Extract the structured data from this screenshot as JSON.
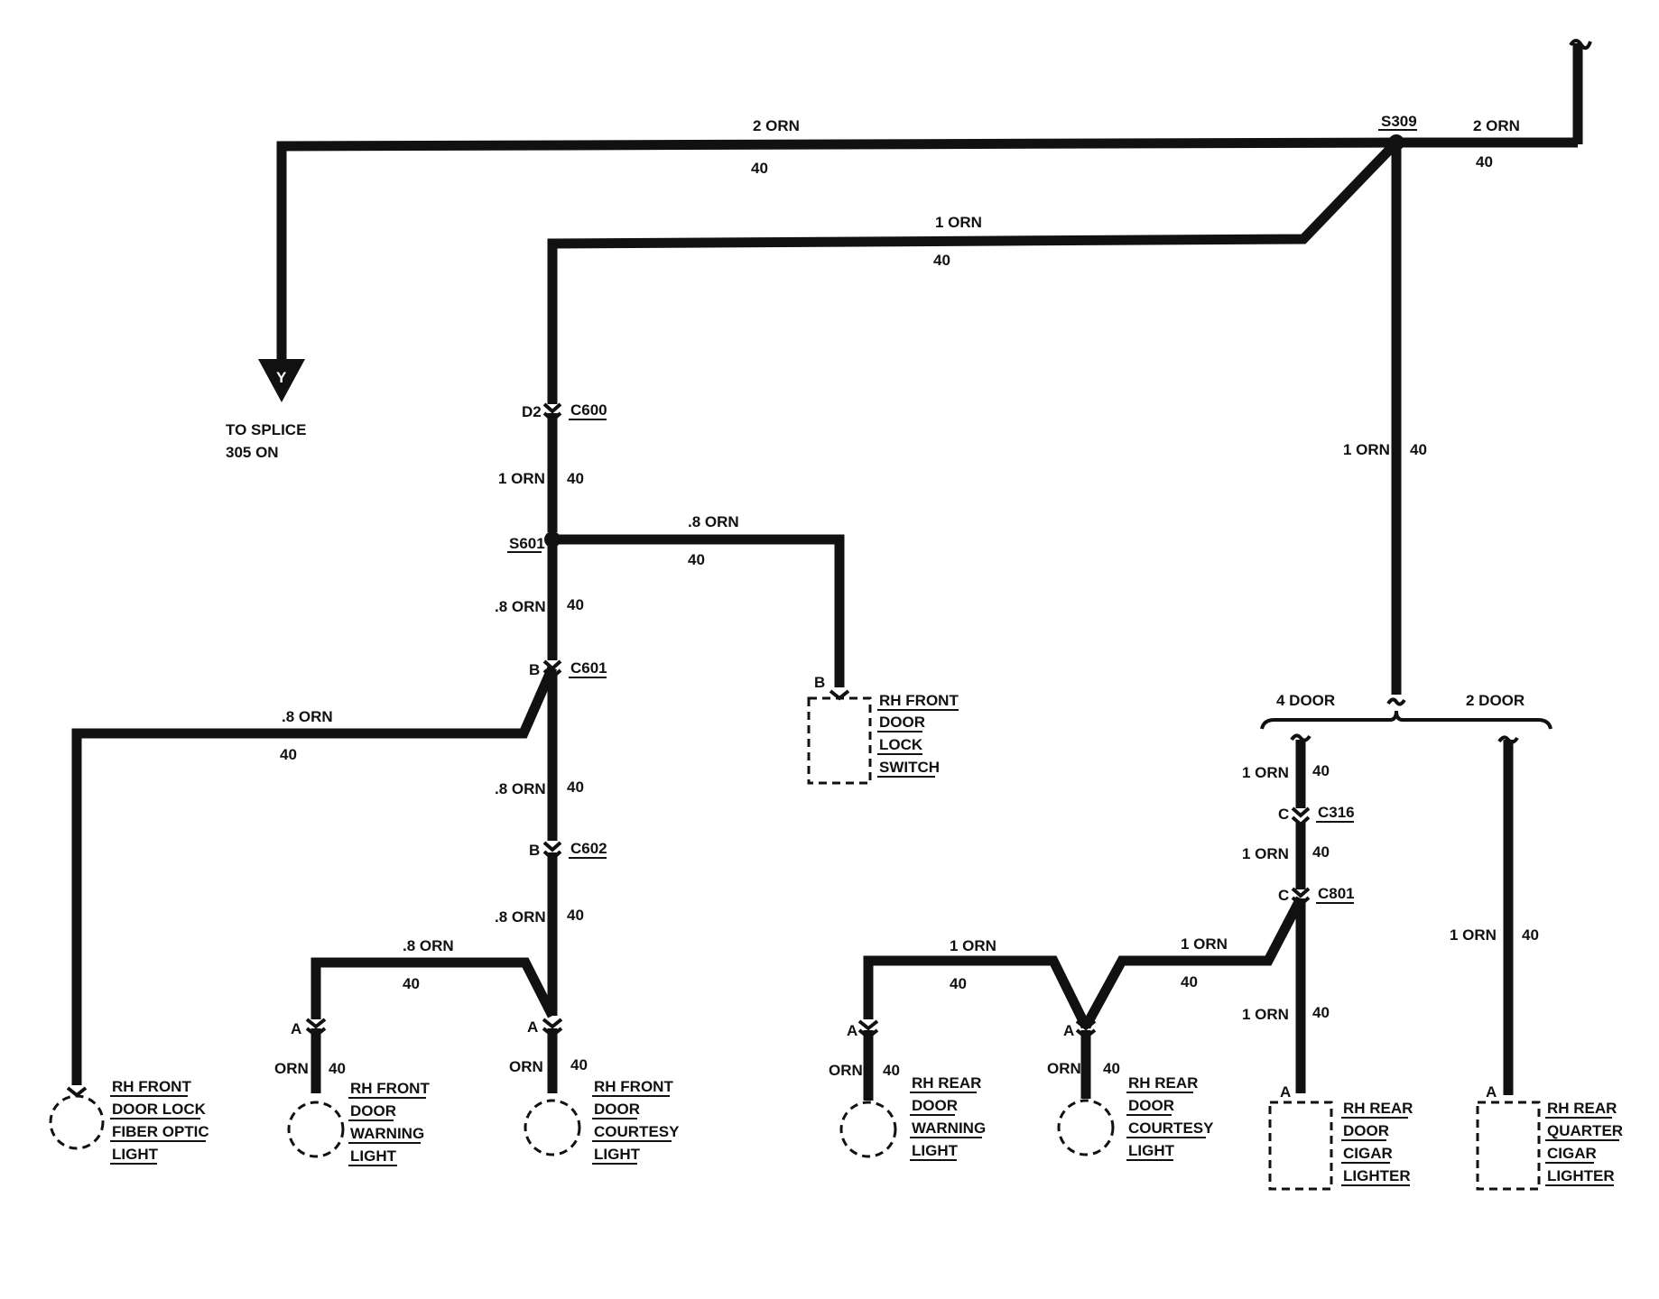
{
  "labels": {
    "w_top_left_size": "2 ORN",
    "w_top_left_circuit": "40",
    "w_top_right_size": "2 ORN",
    "w_top_right_circuit": "40",
    "s309": "S309",
    "w_branch_size": "1 ORN",
    "w_branch_circuit": "40",
    "to_splice_1": "TO SPLICE",
    "to_splice_2": "305 ON",
    "y_arrow": "Y",
    "c600_pin": "D2",
    "c600": "C600",
    "w_c600_s601_size": "1 ORN",
    "w_c600_s601_circuit": "40",
    "s601": "S601",
    "w_switch_size": ".8 ORN",
    "w_switch_circuit": "40",
    "switch_pin": "B",
    "switch_1": "RH FRONT",
    "switch_2": "DOOR",
    "switch_3": "LOCK",
    "switch_4": "SWITCH",
    "w_s601_c601_size": ".8 ORN",
    "w_s601_c601_circuit": "40",
    "c601_pin": "B",
    "c601": "C601",
    "w_fiber_size": ".8 ORN",
    "w_fiber_circuit": "40",
    "w_c601_c602_size": ".8 ORN",
    "w_c601_c602_circuit": "40",
    "c602_pin": "B",
    "c602": "C602",
    "w_c602_down_size": ".8 ORN",
    "w_c602_down_circuit": "40",
    "w_front_warn_size": ".8 ORN",
    "w_front_warn_circuit": "40",
    "fw_pin": "A",
    "fw_wire_color": "ORN",
    "fw_wire_circuit": "40",
    "fc_pin": "A",
    "fc_wire_color": "ORN",
    "fc_wire_circuit": "40",
    "fiber_1": "RH FRONT",
    "fiber_2": "DOOR LOCK",
    "fiber_3": "FIBER OPTIC",
    "fiber_4": "LIGHT",
    "fw_1": "RH FRONT",
    "fw_2": "DOOR",
    "fw_3": "WARNING",
    "fw_4": "LIGHT",
    "fc_1": "RH FRONT",
    "fc_2": "DOOR",
    "fc_3": "COURTESY",
    "fc_4": "LIGHT",
    "w_s309_down_size": "1 ORN",
    "w_s309_down_circuit": "40",
    "four_door": "4 DOOR",
    "two_door": "2 DOOR",
    "w_4d_c316_size": "1 ORN",
    "w_4d_c316_circuit": "40",
    "c316_pin": "C",
    "c316": "C316",
    "w_c316_c801_size": "1 ORN",
    "w_c316_c801_circuit": "40",
    "c801_pin": "C",
    "c801": "C801",
    "w_rear_courtesy_size": "1 ORN",
    "w_rear_courtesy_circuit": "40",
    "w_rear_warn_size": "1 ORN",
    "w_rear_warn_circuit": "40",
    "w_lighter_size": "1 ORN",
    "w_lighter_circuit": "40",
    "w_2d_size": "1 ORN",
    "w_2d_circuit": "40",
    "rw_pin": "A",
    "rw_wire_color": "ORN",
    "rw_wire_circuit": "40",
    "rc_pin": "A",
    "rc_wire_color": "ORN",
    "rc_wire_circuit": "40",
    "dl_pin": "A",
    "ql_pin": "A",
    "rw_1": "RH REAR",
    "rw_2": "DOOR",
    "rw_3": "WARNING",
    "rw_4": "LIGHT",
    "rc_1": "RH REAR",
    "rc_2": "DOOR",
    "rc_3": "COURTESY",
    "rc_4": "LIGHT",
    "dl_1": "RH REAR",
    "dl_2": "DOOR",
    "dl_3": "CIGAR",
    "dl_4": "LIGHTER",
    "ql_1": "RH REAR",
    "ql_2": "QUARTER",
    "ql_3": "CIGAR",
    "ql_4": "LIGHTER"
  }
}
